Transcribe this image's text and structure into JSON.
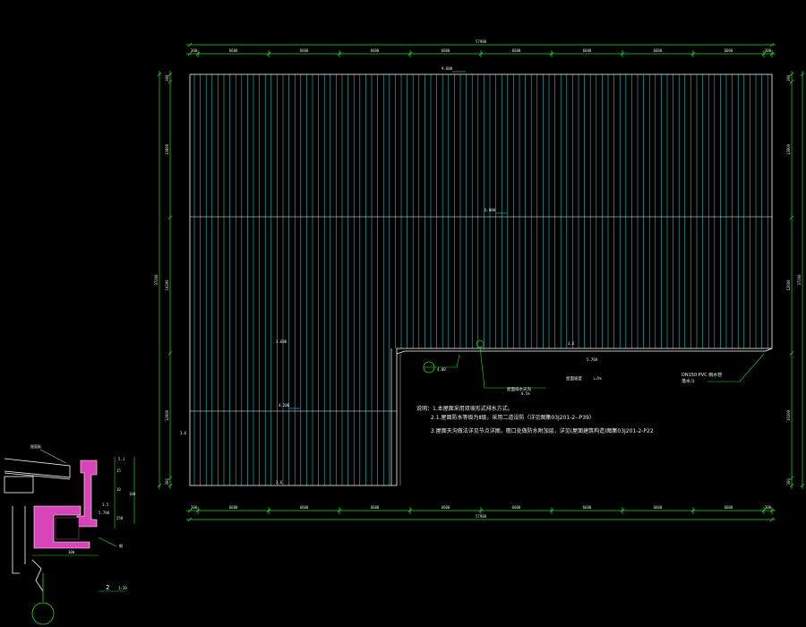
{
  "drawing": {
    "colors": {
      "background": "#000000",
      "dimension": "#22dd22",
      "roof_lines": "#2ecfcf",
      "outline": "#ffffff",
      "notes": "#f2f2f2",
      "highlight": "#e8e84a",
      "detail": "#ff4fd8"
    },
    "top_dims": {
      "overall": "57900",
      "segments": [
        "300",
        "6600",
        "6600",
        "6600",
        "6600",
        "6600",
        "6600",
        "6600",
        "6600",
        "300"
      ]
    },
    "bottom_dims": {
      "overall": "57900",
      "segments": [
        "300",
        "6600",
        "6600",
        "6600",
        "6600",
        "6600",
        "6600",
        "6600",
        "6600",
        "300"
      ]
    },
    "left_dims": {
      "overall": "37200",
      "segments": [
        "300",
        "13800",
        "10200",
        "12600",
        "300"
      ]
    },
    "right_dims": {
      "overall": "37200",
      "segments": [
        "300",
        "13800",
        "12600",
        "10200",
        "300"
      ]
    },
    "levels": {
      "top": "9.600",
      "middle": "6.000",
      "lower_left": "4.200",
      "step_left": "3.600",
      "step_bottom": "3.6",
      "mid_right": "3.6",
      "drain_left": "3.6"
    },
    "callouts": {
      "drain_pipe": "DN150 PVC 雨水管",
      "drain_pipe_sub": "落水斗",
      "roof_slope": "屋面坡度",
      "roof_slope_value": "i=5%",
      "gutter_label": "屋面排水天沟",
      "gutter_value": "0.5%",
      "circle_mark": "4.00"
    },
    "notes": {
      "title": "说明：1.本屋面采用双坡形式排水方式。",
      "line1": "2.1.屋面防水等级为Ⅱ级，采用二道设防（详见图集03J201-2--P39）",
      "line2": "3.屋面天沟做法详见节点详图，檐口处做防水附加层，详见(屋面建筑构造)图集03J201-2-P22"
    },
    "detail": {
      "label": "1:20",
      "number": "2",
      "dims": [
        "5.1",
        "15",
        "10",
        "100",
        "250",
        "1.5",
        "5.700",
        "300"
      ],
      "tag": "钢"
    }
  }
}
